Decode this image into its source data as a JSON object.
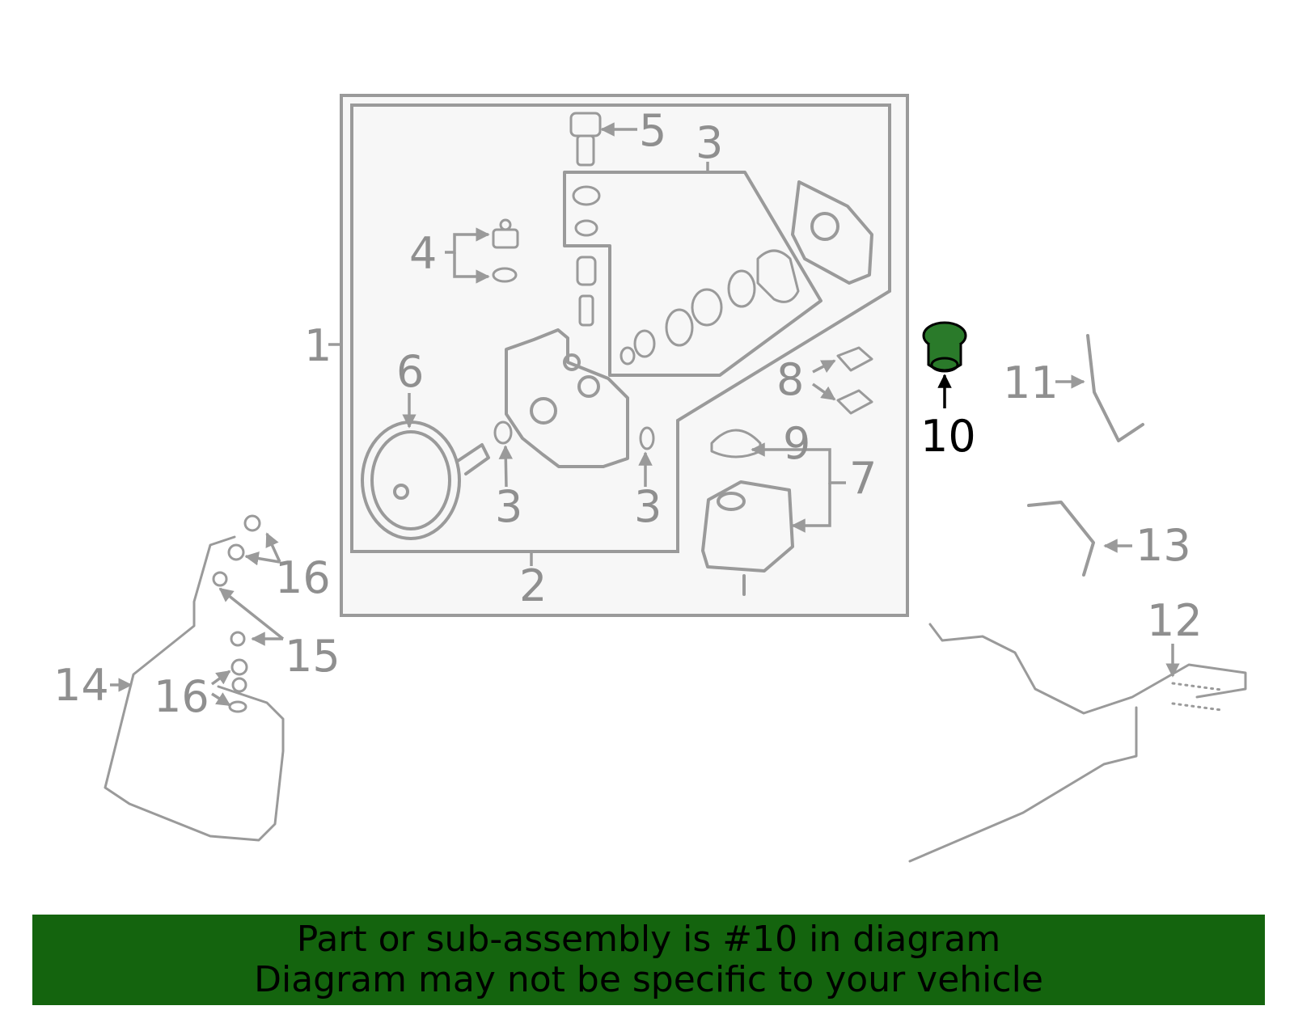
{
  "diagram": {
    "highlighted_part": "10",
    "highlight_color": "#2a7a2a",
    "line_color": "#9a9a9a",
    "callouts": [
      {
        "id": "c1",
        "label": "1"
      },
      {
        "id": "c2",
        "label": "2"
      },
      {
        "id": "c3a",
        "label": "3"
      },
      {
        "id": "c3b",
        "label": "3"
      },
      {
        "id": "c3c",
        "label": "3"
      },
      {
        "id": "c4",
        "label": "4"
      },
      {
        "id": "c5",
        "label": "5"
      },
      {
        "id": "c6",
        "label": "6"
      },
      {
        "id": "c7",
        "label": "7"
      },
      {
        "id": "c8",
        "label": "8"
      },
      {
        "id": "c9",
        "label": "9"
      },
      {
        "id": "c10",
        "label": "10"
      },
      {
        "id": "c11",
        "label": "11"
      },
      {
        "id": "c12",
        "label": "12"
      },
      {
        "id": "c13",
        "label": "13"
      },
      {
        "id": "c14",
        "label": "14"
      },
      {
        "id": "c15",
        "label": "15"
      },
      {
        "id": "c16a",
        "label": "16"
      },
      {
        "id": "c16b",
        "label": "16"
      }
    ]
  },
  "banner": {
    "line1": "Part or sub-assembly is #10 in diagram",
    "line2": "Diagram may not be specific to your vehicle",
    "background": "#14640e"
  }
}
